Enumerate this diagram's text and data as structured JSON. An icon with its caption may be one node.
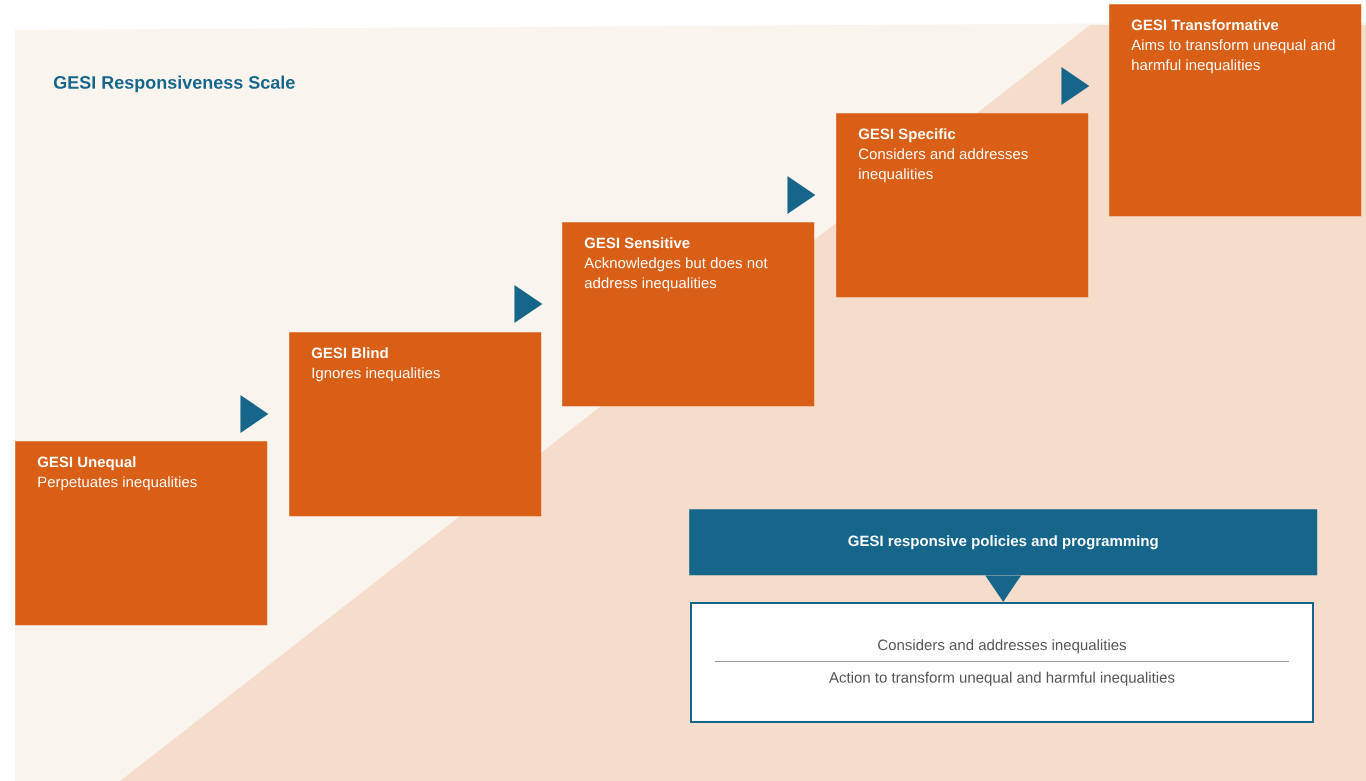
{
  "diagram": {
    "title": "GESI Responsiveness Scale",
    "nodes": [
      {
        "text": [
          "GESI Unequal",
          "Perpetuates inequalities"
        ]
      },
      {
        "text": [
          "GESI Blind",
          "Ignores inequalities"
        ]
      },
      {
        "text": [
          "GESI Sensitive",
          "Acknowledges but does not address inequalities"
        ]
      },
      {
        "text": [
          "GESI Specific",
          "Considers and addresses inequalities"
        ]
      },
      {
        "text": [
          "GESI Transformative",
          "Aims to transform unequal and harmful inequalities"
        ]
      },
      {
        "text": [
          "GESI responsive policies and programming"
        ]
      },
      {
        "text": [
          "Considers and addresses inequalities",
          "Action to transform unequal and harmful inequalities"
        ]
      }
    ],
    "edges": [
      {
        "from": 0,
        "to": 1,
        "arrow": "to"
      },
      {
        "from": 1,
        "to": 2,
        "arrow": "to"
      },
      {
        "from": 2,
        "to": 3,
        "arrow": "to"
      },
      {
        "from": 3,
        "to": 4,
        "arrow": "to"
      },
      {
        "from": 5,
        "to": 6,
        "arrow": "to"
      }
    ]
  }
}
